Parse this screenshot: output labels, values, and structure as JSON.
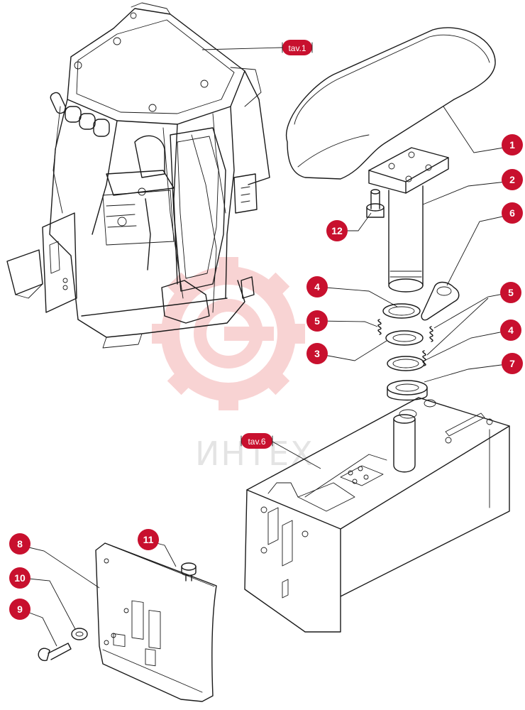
{
  "diagram": {
    "watermark_text": "ИНТЕХ",
    "colors": {
      "callout": "#c8102e",
      "watermark": "#e23b3b",
      "line": "#1a1a1a"
    },
    "references": [
      {
        "id": "ref-tav1",
        "label": "tav.1"
      },
      {
        "id": "ref-tav6",
        "label": "tav.6"
      }
    ],
    "callouts": [
      {
        "id": "c1",
        "label": "1"
      },
      {
        "id": "c2",
        "label": "2"
      },
      {
        "id": "c6",
        "label": "6"
      },
      {
        "id": "c12",
        "label": "12"
      },
      {
        "id": "c4a",
        "label": "4"
      },
      {
        "id": "c5a",
        "label": "5"
      },
      {
        "id": "c3",
        "label": "3"
      },
      {
        "id": "c5b",
        "label": "5"
      },
      {
        "id": "c4b",
        "label": "4"
      },
      {
        "id": "c7",
        "label": "7"
      },
      {
        "id": "c8",
        "label": "8"
      },
      {
        "id": "c11",
        "label": "11"
      },
      {
        "id": "c10",
        "label": "10"
      },
      {
        "id": "c9",
        "label": "9"
      }
    ]
  }
}
